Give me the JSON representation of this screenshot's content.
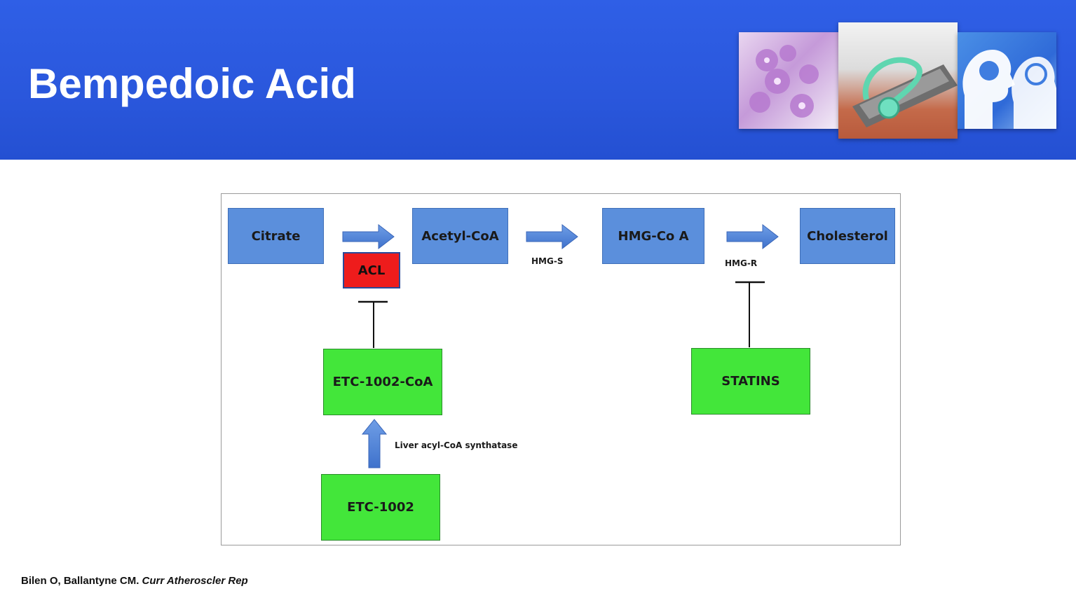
{
  "slide": {
    "title": "Bempedoic Acid",
    "citation_authors": "Bilen O, Ballantyne CM.",
    "citation_journal": "Curr Atheroscler Rep"
  },
  "header_images": [
    {
      "name": "flowers-photo"
    },
    {
      "name": "stethoscope-laptop-photo"
    },
    {
      "name": "brain-head-photo"
    }
  ],
  "diagram": {
    "nodes": {
      "citrate": "Citrate",
      "acetyl_coa": "Acetyl-CoA",
      "hmg_coa": "HMG-Co A",
      "cholesterol": "Cholesterol",
      "acl": "ACL",
      "etc_1002_coa": "ETC-1002-CoA",
      "etc_1002": "ETC-1002",
      "statins": "STATINS"
    },
    "edge_labels": {
      "hmg_s": "HMG-S",
      "hmg_r": "HMG-R",
      "liver_synthetase": "Liver acyl-CoA synthatase"
    }
  },
  "colors": {
    "header": "#2a57dc",
    "pathway_box": "#5b8fdc",
    "drug_box": "#43e63a",
    "enzyme_box": "#ee1c1c",
    "arrow": "#4a7fd4"
  }
}
